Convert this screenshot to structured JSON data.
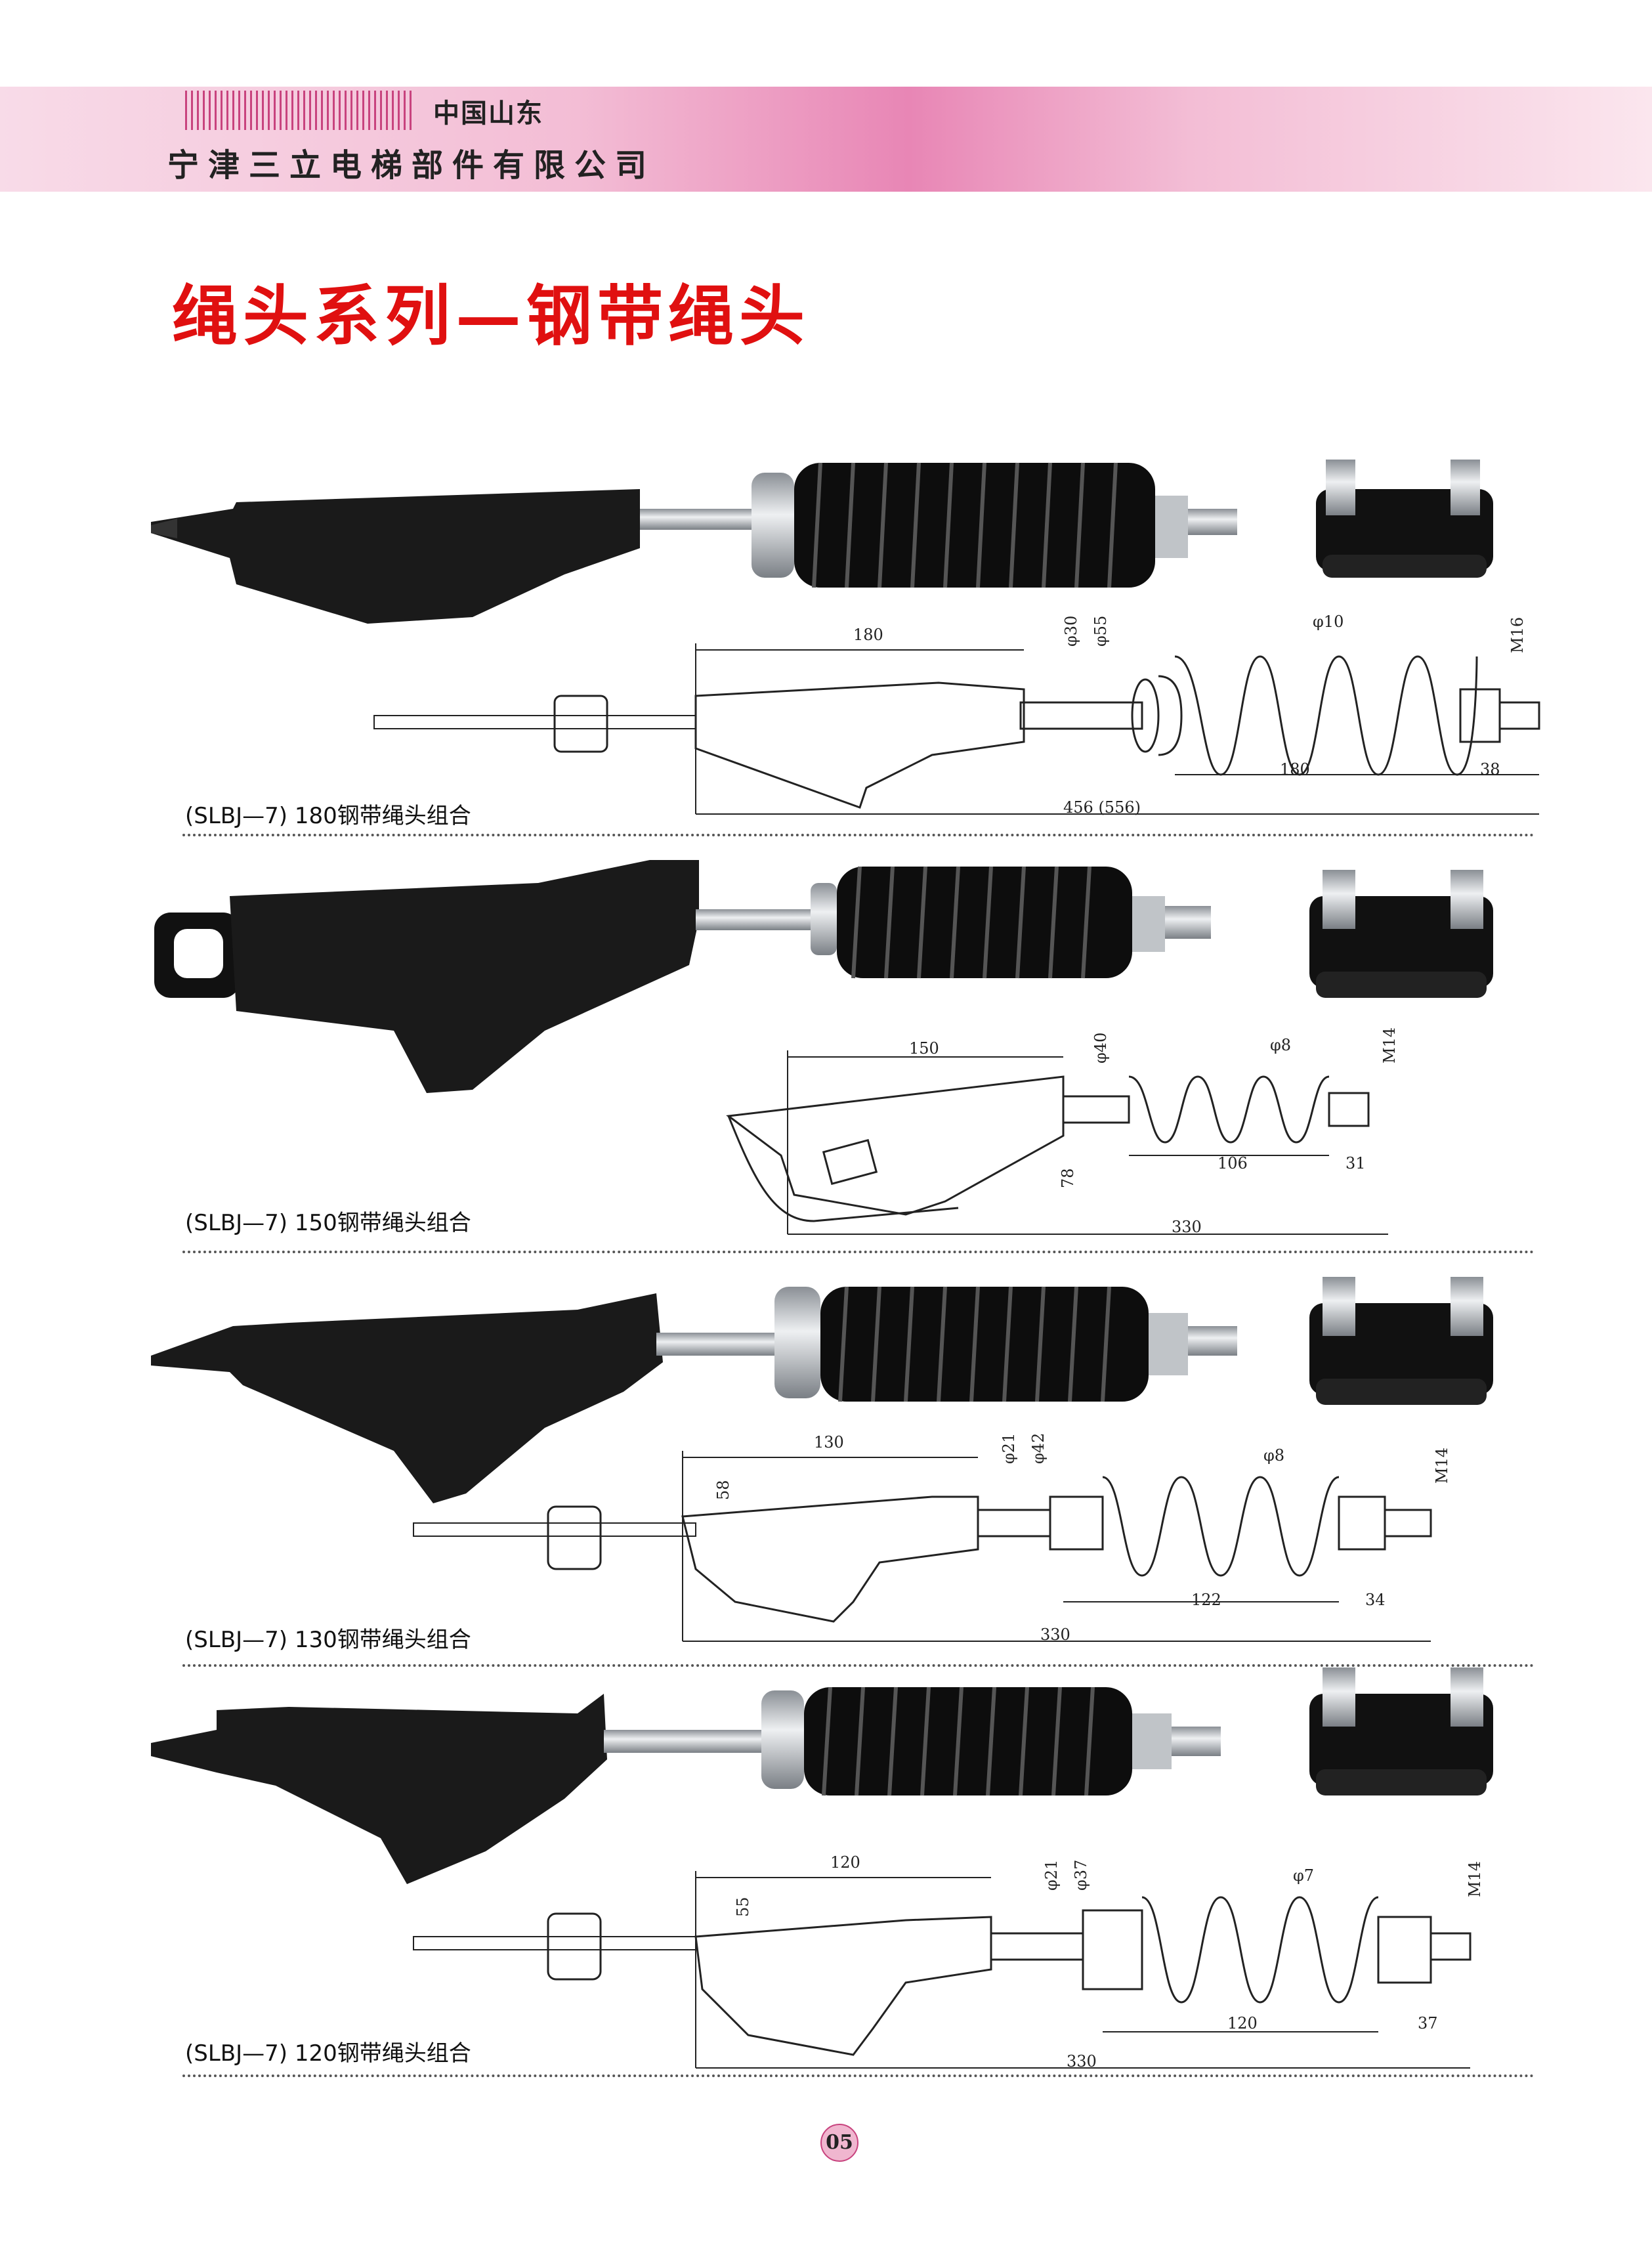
{
  "header": {
    "subtitle": "中国山东",
    "company": "宁津三立电梯部件有限公司"
  },
  "title": "绳头系列—钢带绳头",
  "sections": [
    {
      "caption": "(SLBJ—7) 180钢带绳头组合",
      "dims": {
        "length": "180",
        "d1": "φ30",
        "d2": "φ55",
        "wire": "φ10",
        "thread": "M16",
        "spring_len": "180",
        "tail": "38",
        "total": "456 (556)"
      }
    },
    {
      "caption": "(SLBJ—7) 150钢带绳头组合",
      "dims": {
        "length": "150",
        "d1": "φ40",
        "wire": "φ8",
        "thread": "M14",
        "spring_len": "106",
        "tail": "31",
        "height": "78",
        "total": "330"
      }
    },
    {
      "caption": "(SLBJ—7) 130钢带绳头组合",
      "dims": {
        "length": "130",
        "d1": "φ21",
        "d2": "φ42",
        "wire": "φ8",
        "thread": "M14",
        "spring_len": "122",
        "tail": "34",
        "height": "58",
        "total": "330"
      }
    },
    {
      "caption": "(SLBJ—7) 120钢带绳头组合",
      "dims": {
        "length": "120",
        "d1": "φ21",
        "d2": "φ37",
        "wire": "φ7",
        "thread": "M14",
        "spring_len": "120",
        "tail": "37",
        "height": "55",
        "total": "330"
      }
    }
  ],
  "page_number": "05",
  "colors": {
    "title": "#e01010",
    "header_pink": "#e886b5",
    "spring": "#111111",
    "body": "#1a1a1a"
  }
}
